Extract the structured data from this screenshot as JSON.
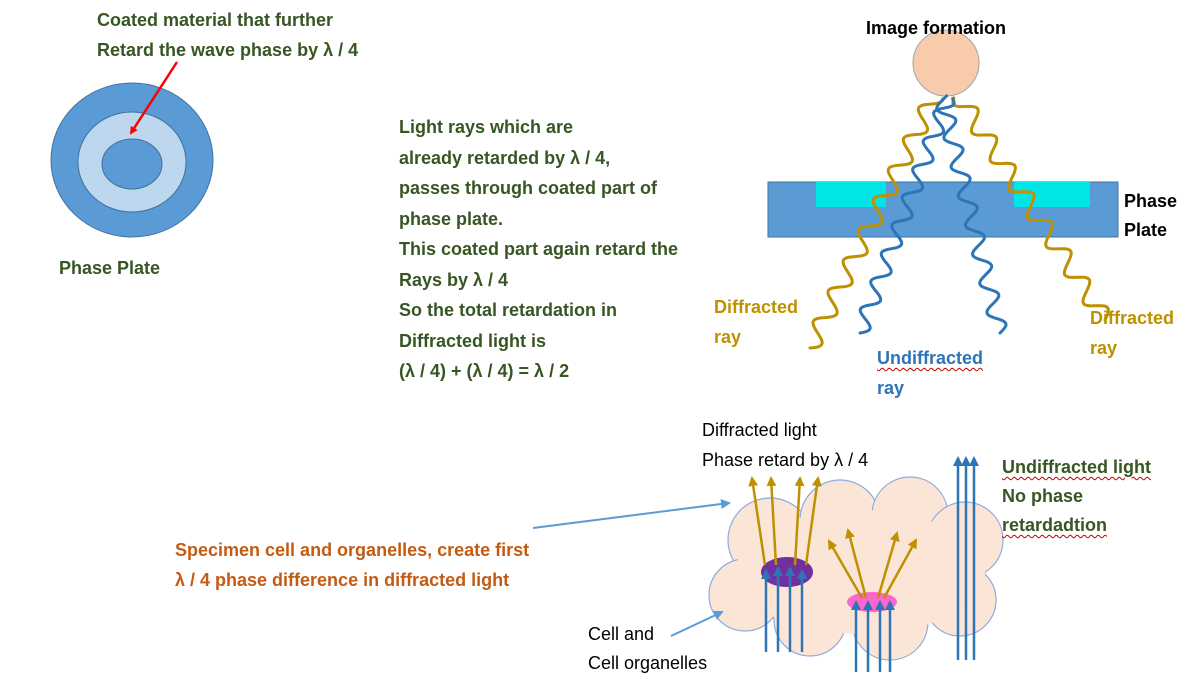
{
  "phase_plate_panel": {
    "callout_lines": [
      "Coated material that further",
      "Retard the wave phase by λ / 4"
    ],
    "caption": "Phase Plate"
  },
  "explanation": {
    "lines": [
      "Light rays which are",
      "already retarded by λ / 4,",
      "passes through coated part of",
      "phase plate.",
      "This coated part again retard the",
      "Rays by λ / 4",
      "So the total retardation in",
      "Diffracted light is",
      "(λ / 4) + (λ / 4) = λ / 2"
    ]
  },
  "optics_panel": {
    "image_formation": "Image formation",
    "phase_plate_lines": [
      "Phase",
      "Plate"
    ],
    "diffracted_left": [
      "Diffracted",
      "ray"
    ],
    "diffracted_right": [
      "Diffracted",
      "ray"
    ],
    "undiffracted": [
      "Undiffracted",
      "ray"
    ]
  },
  "specimen_panel": {
    "diffracted_light_lines": [
      "Diffracted light",
      "Phase retard by λ / 4"
    ],
    "undiffracted_lines": [
      "Undiffracted light",
      "No phase",
      "retardadtion"
    ],
    "specimen_lines": [
      "Specimen cell and organelles, create first",
      "λ / 4 phase difference in diffracted light"
    ],
    "cell_lines": [
      "Cell and",
      "Cell organelles"
    ]
  },
  "colors": {
    "plate_blue": "#5b9bd5",
    "plate_light": "#bdd7ee",
    "coating": "#00e5e5",
    "wave_gold": "#bf9000",
    "wave_blue": "#2e75b6",
    "lens": "#f8cbad",
    "cell": "#fbe5d6",
    "organelle_purple": "#7030a0",
    "organelle_pink": "#ff66cc",
    "arrow_red": "#ff0000",
    "text_green": "#375623",
    "text_orange": "#c55a11"
  }
}
